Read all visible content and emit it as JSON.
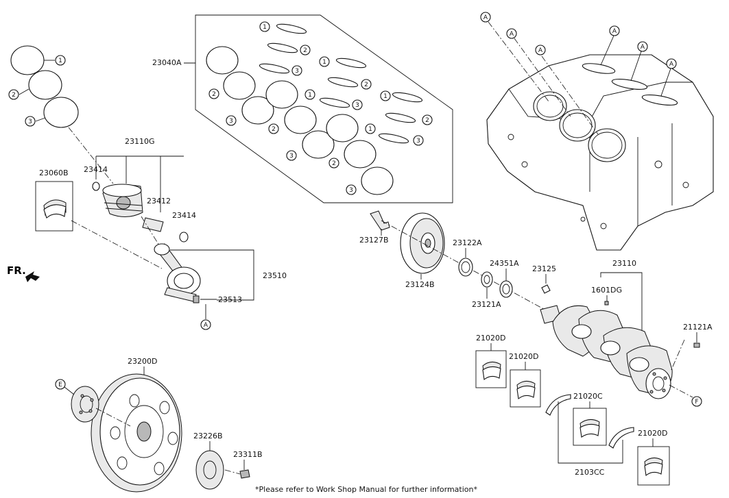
{
  "diagram": {
    "part_labels": {
      "ring_kit": "23040A",
      "piston_group": "23110G",
      "pin_clip_a": "23414",
      "piston_pin": "23412",
      "pin_clip_b": "23414",
      "conrod_bearing": "23060B",
      "conrod_assy": "23510",
      "conrod_nut": "23513",
      "pulley_bolt": "23127B",
      "damper_pulley": "23124B",
      "sprocket": "23122A",
      "seal": "24351A",
      "front_ring": "23121A",
      "key": "23125",
      "crankshaft": "23110",
      "plug": "1601DG",
      "dowel": "21121A",
      "main_bearing_1": "21020D",
      "main_bearing_2": "21020D",
      "main_bearing_3": "21020C",
      "main_bearing_4": "21020D",
      "thrust_washer": "2103CC",
      "flywheel": "23200D",
      "flywheel_plate": "23226B",
      "flywheel_bolt": "23311B"
    },
    "callouts": {
      "one": "1",
      "two": "2",
      "three": "3",
      "a": "A",
      "e": "E",
      "f": "F"
    },
    "front_marker": "FR.",
    "footnote": "*Please refer to Work Shop Manual for further information*"
  }
}
